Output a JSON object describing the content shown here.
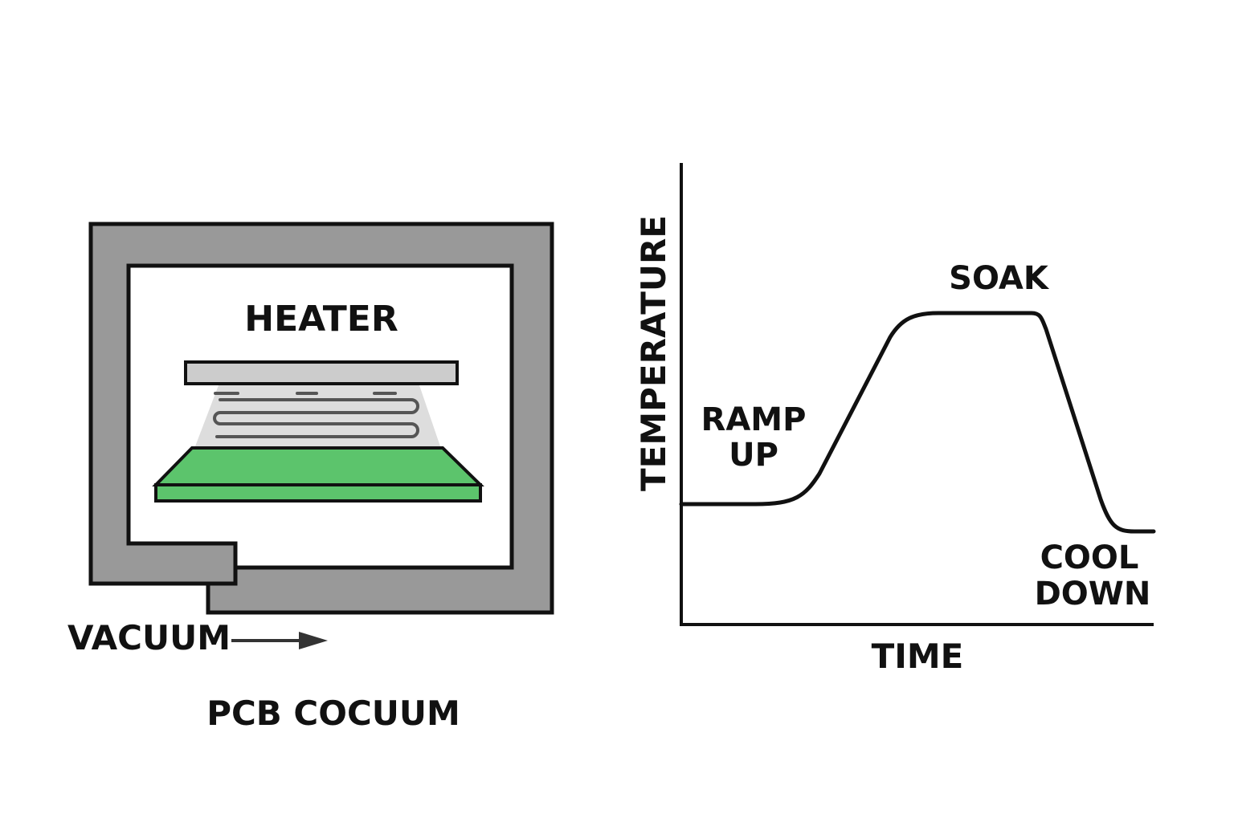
{
  "chamber": {
    "heater_label": "HEATER",
    "vacuum_label": "VACUUM",
    "caption": "PCB COCUUM",
    "colors": {
      "wall": "#999999",
      "outline": "#111111",
      "heater_plate": "#cccccc",
      "heat_glow": "#dddddd",
      "coil": "#555555",
      "pcb": "#5cc46c",
      "arrow": "#333333"
    },
    "icons": [
      "heating-coil-icon",
      "pcb-board-icon",
      "arrow-right-icon"
    ]
  },
  "profile": {
    "y_axis_label": "TEMPERATURE",
    "x_axis_label": "TIME",
    "phases": {
      "ramp_up": [
        "RAMP",
        "UP"
      ],
      "soak": "SOAK",
      "cool_down": [
        "COOL",
        "DOWN"
      ]
    },
    "curve_shape": [
      "flat-low",
      "ramp-up",
      "plateau",
      "steep-drop",
      "flat-low"
    ]
  }
}
